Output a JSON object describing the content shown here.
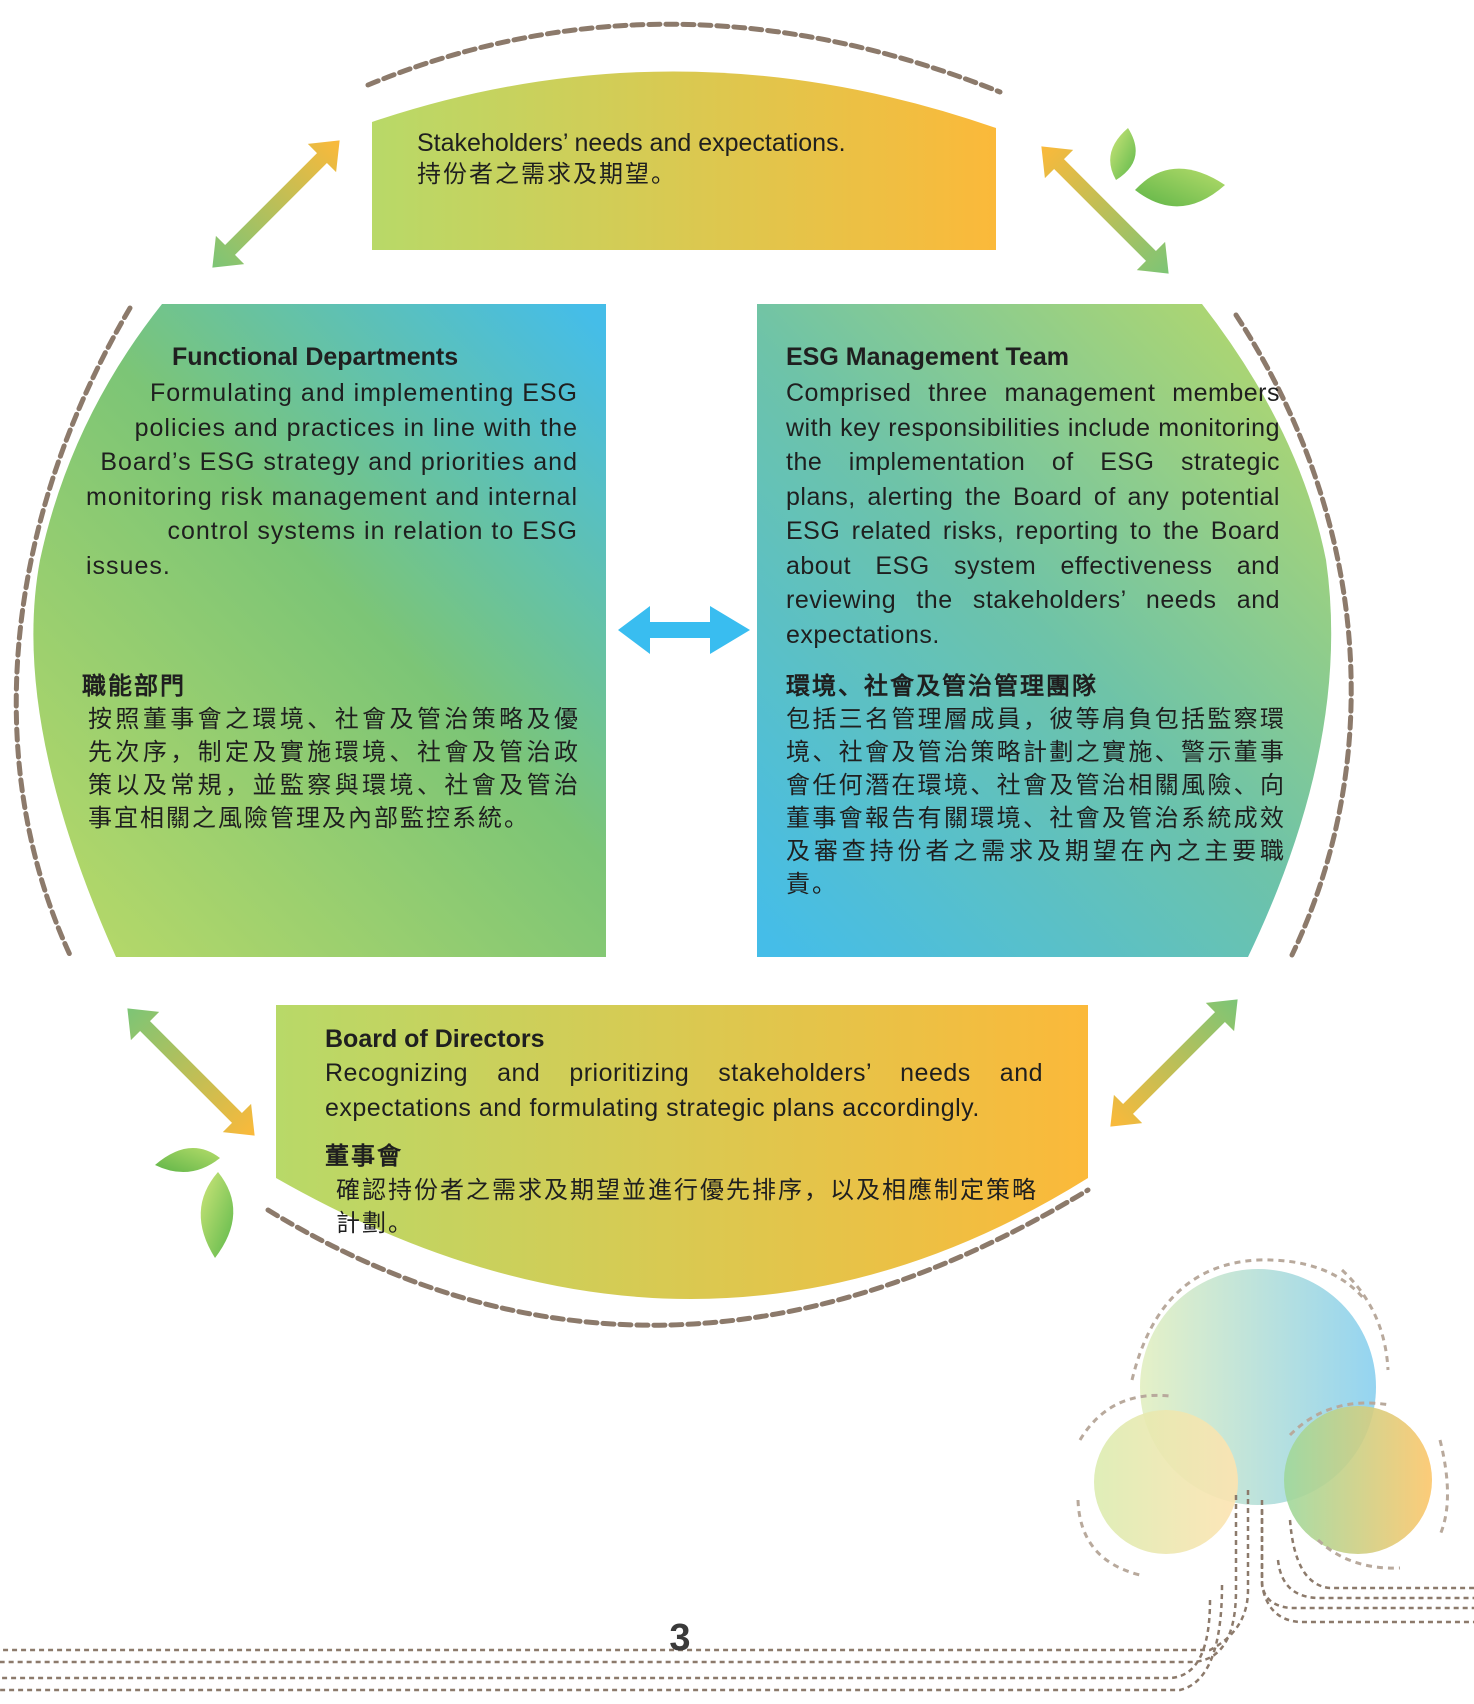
{
  "top_box": {
    "en": "Stakeholders’ needs and expectations.",
    "zh": "持份者之需求及期望。"
  },
  "left_box": {
    "title_en": "Functional Departments",
    "body_en": "Formulating and implementing ESG policies and practices in line with the Board’s ESG strategy and priorities and monitoring risk management and internal control systems in relation to ESG issues.",
    "title_zh": "職能部門",
    "body_zh": "按照董事會之環境、社會及管治策略及優先次序，制定及實施環境、社會及管治政策以及常規，並監察與環境、社會及管治事宜相關之風險管理及內部監控系統。"
  },
  "right_box": {
    "title_en": "ESG Management Team",
    "body_en": "Comprised three management members with key responsibilities include monitoring the implementation of ESG strategic plans, alerting the Board of any potential ESG related risks, reporting to the Board about ESG system effectiveness and reviewing the stakeholders’ needs and expectations.",
    "title_zh": "環境、社會及管治管理團隊",
    "body_zh": "包括三名管理層成員，彼等肩負包括監察環境、社會及管治策略計劃之實施、警示董事會任何潛在環境、社會及管治相關風險、向董事會報告有關環境、社會及管治系統成效及審查持份者之需求及期望在內之主要職責。"
  },
  "bottom_box": {
    "title_en": "Board of Directors",
    "body_en": "Recognizing and prioritizing stakeholders’ needs and expectations and formulating strategic plans accordingly.",
    "title_zh": "董事會",
    "body_zh": "確認持份者之需求及期望並進行優先排序，以及相應制定策略計劃。"
  },
  "page_number": "3",
  "colors": {
    "green": "#b8d968",
    "orange": "#fbb93a",
    "blue": "#45bde8",
    "mid_green": "#7cc576",
    "dash_brown": "#8c7a6b",
    "arrow_blue": "#39bdf0"
  }
}
